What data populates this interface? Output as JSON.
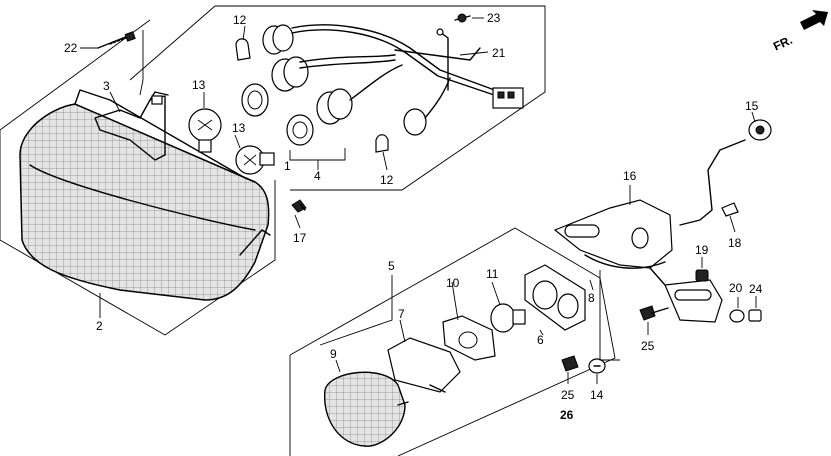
{
  "diagram": {
    "orientation_label": "FR.",
    "callouts": {
      "c1": "1",
      "c2": "2",
      "c3": "3",
      "c4": "4",
      "c5": "5",
      "c6": "6",
      "c7": "7",
      "c8": "8",
      "c9": "9",
      "c10": "10",
      "c11": "11",
      "c12a": "12",
      "c12b": "12",
      "c13a": "13",
      "c13b": "13",
      "c14": "14",
      "c15": "15",
      "c16": "16",
      "c17": "17",
      "c18": "18",
      "c19": "19",
      "c20": "20",
      "c21": "21",
      "c22": "22",
      "c23": "23",
      "c24": "24",
      "c25a": "25",
      "c25b": "25",
      "c26": "26"
    }
  }
}
